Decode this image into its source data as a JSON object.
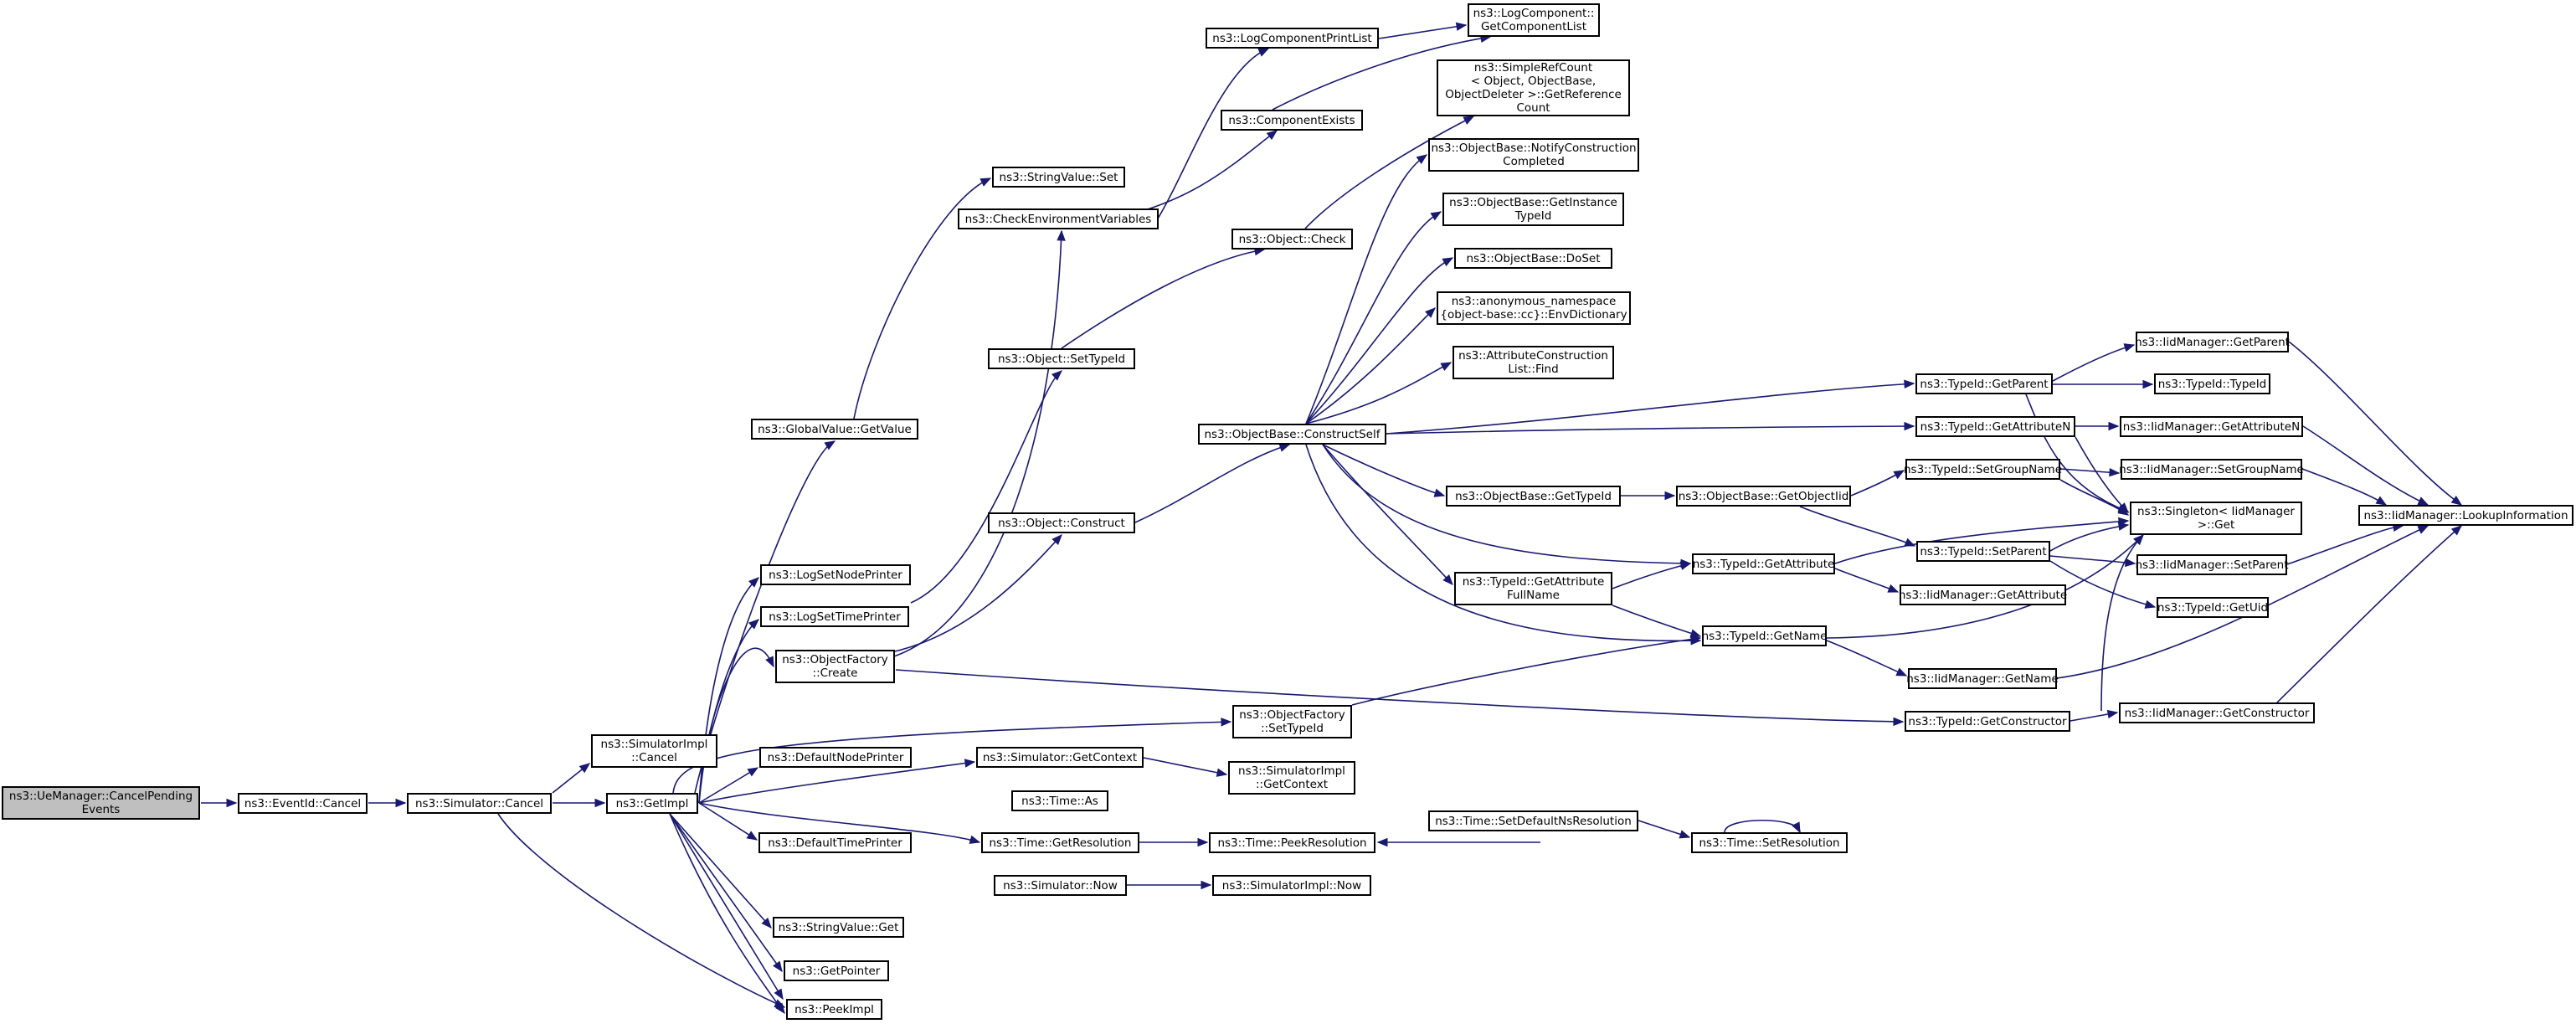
{
  "graph": {
    "edge_color": "#191970",
    "root_fill": "#bfbfbf",
    "nodes": {
      "uem_cancel": "ns3::UeManager::CancelPending\nEvents",
      "eventid_cancel": "ns3::EventId::Cancel",
      "sim_cancel": "ns3::Simulator::Cancel",
      "simimpl_cancel": "ns3::SimulatorImpl\n::Cancel",
      "getimpl": "ns3::GetImpl",
      "peekimpl": "ns3::PeekImpl",
      "globalvalue_getvalue": "ns3::GlobalValue::GetValue",
      "logsetnodeprinter": "ns3::LogSetNodePrinter",
      "logsettimeprinter": "ns3::LogSetTimePrinter",
      "objectfactory_create": "ns3::ObjectFactory\n::Create",
      "defaultnodeprinter": "ns3::DefaultNodePrinter",
      "defaulttimeprinter": "ns3::DefaultTimePrinter",
      "stringvalue_get": "ns3::StringValue::Get",
      "getpointer": "ns3::GetPointer",
      "stringvalue_set": "ns3::StringValue::Set",
      "checkenvvars": "ns3::CheckEnvironmentVariables",
      "object_settypeid": "ns3::Object::SetTypeId",
      "object_construct": "ns3::Object::Construct",
      "objectfactory_settypeid": "ns3::ObjectFactory\n::SetTypeId",
      "sim_getcontext": "ns3::Simulator::GetContext",
      "time_as": "ns3::Time::As",
      "time_getresolution": "ns3::Time::GetResolution",
      "sim_now": "ns3::Simulator::Now",
      "logcomponentprintlist": "ns3::LogComponentPrintList",
      "componentexists": "ns3::ComponentExists",
      "object_check": "ns3::Object::Check",
      "objectbase_constructself": "ns3::ObjectBase::ConstructSelf",
      "simimpl_getcontext": "ns3::SimulatorImpl\n::GetContext",
      "time_peekresolution": "ns3::Time::PeekResolution",
      "simimpl_now": "ns3::SimulatorImpl::Now",
      "logcomponent_getcomponentlist": "ns3::LogComponent::\nGetComponentList",
      "simplerefcount_getreferencecount": "ns3::SimpleRefCount\n< Object, ObjectBase,\n ObjectDeleter >::GetReference\nCount",
      "objectbase_notifyconstructioncompleted": "ns3::ObjectBase::NotifyConstruction\nCompleted",
      "objectbase_getinstancetypeid": "ns3::ObjectBase::GetInstance\nTypeId",
      "objectbase_doset": "ns3::ObjectBase::DoSet",
      "envdictionary": "ns3::anonymous_namespace\n{object-base::cc}::EnvDictionary",
      "attributeconstructionlist_find": "ns3::AttributeConstruction\nList::Find",
      "objectbase_gettypeid": "ns3::ObjectBase::GetTypeId",
      "typeid_getattributefullname": "ns3::TypeId::GetAttribute\nFullName",
      "time_setdefaultnsresolution": "ns3::Time::SetDefaultNsResolution",
      "objectbase_getobjectiid": "ns3::ObjectBase::GetObjectIid",
      "typeid_getattribute": "ns3::TypeId::GetAttribute",
      "typeid_getname": "ns3::TypeId::GetName",
      "time_setresolution": "ns3::Time::SetResolution",
      "typeid_getparent": "ns3::TypeId::GetParent",
      "typeid_getattributen": "ns3::TypeId::GetAttributeN",
      "typeid_setgroupname": "ns3::TypeId::SetGroupName",
      "typeid_setparent": "ns3::TypeId::SetParent",
      "iidmanager_getattribute": "ns3::IidManager::GetAttribute",
      "iidmanager_getname": "ns3::IidManager::GetName",
      "typeid_getconstructor": "ns3::TypeId::GetConstructor",
      "iidmanager_getparent": "ns3::IidManager::GetParent",
      "typeid_typeid": "ns3::TypeId::TypeId",
      "iidmanager_getattributen": "ns3::IidManager::GetAttributeN",
      "iidmanager_setgroupname": "ns3::IidManager::SetGroupName",
      "singleton_get": "ns3::Singleton< IidManager\n >::Get",
      "iidmanager_setparent": "ns3::IidManager::SetParent",
      "typeid_getuid": "ns3::TypeId::GetUid",
      "iidmanager_getconstructor": "ns3::IidManager::GetConstructor",
      "iidmanager_lookupinformation": "ns3::IidManager::LookupInformation"
    }
  }
}
